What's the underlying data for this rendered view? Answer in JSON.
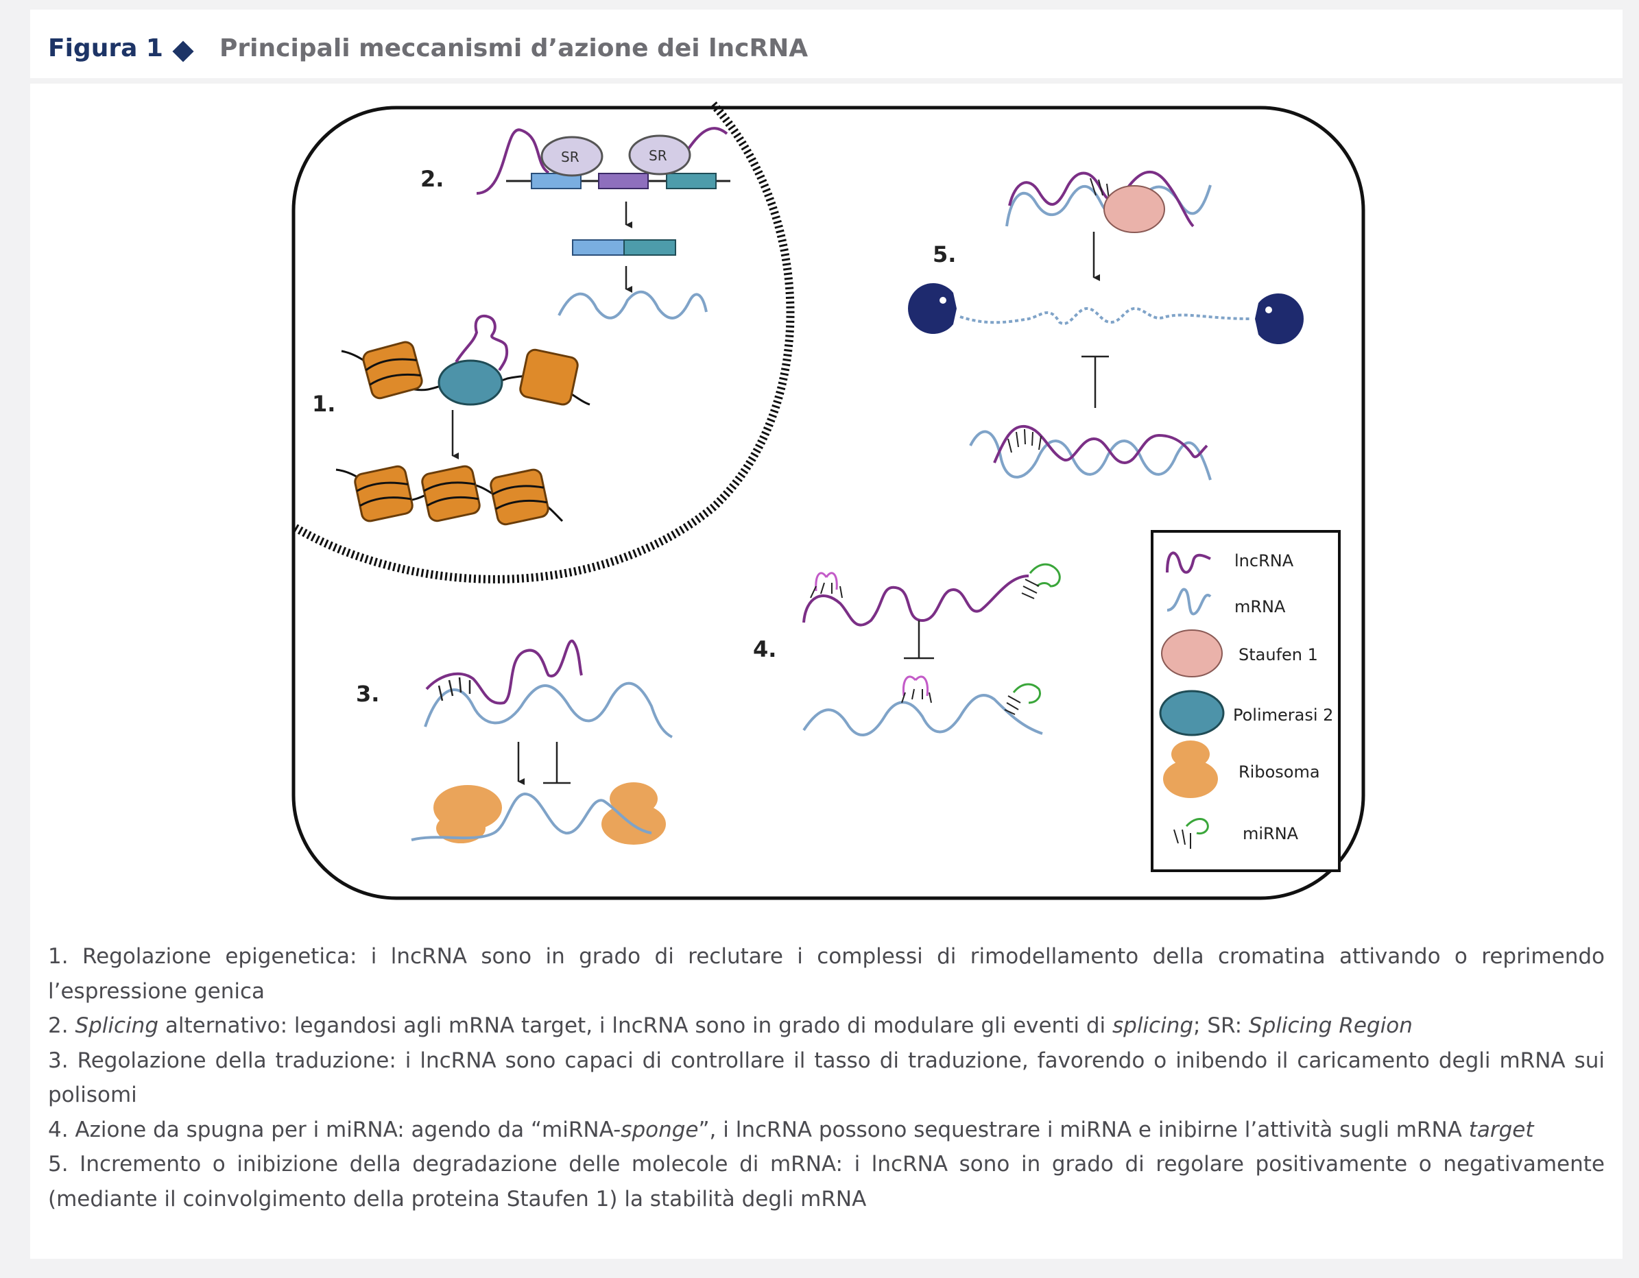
{
  "figure": {
    "label": "Figura 1",
    "title": "Principali meccanismi d’azione dei lncRNA"
  },
  "diagram": {
    "step_labels": [
      "1.",
      "2.",
      "3.",
      "4.",
      "5."
    ],
    "sr_label": "SR",
    "legend": [
      {
        "icon": "lncrna-icon",
        "label": "lncRNA"
      },
      {
        "icon": "mrna-icon",
        "label": "mRNA"
      },
      {
        "icon": "staufen-icon",
        "label": "Staufen 1"
      },
      {
        "icon": "polymerase-icon",
        "label": "Polimerasi 2"
      },
      {
        "icon": "ribosome-icon",
        "label": "Ribosoma"
      },
      {
        "icon": "mirna-icon",
        "label": "miRNA"
      }
    ],
    "colors": {
      "lncrna": "#7b2f86",
      "mrna": "#7fa3c8",
      "staufen": "#eab2aa",
      "polymerase": "#4d93a9",
      "ribosome": "#eaa45a",
      "nucleosome": "#de8a2a",
      "mirna": "#3aa63a",
      "pacman": "#1e2a6e",
      "sr": "#d4cde6",
      "exon_blue": "#7aaee0",
      "exon_purple": "#8e6fbd",
      "exon_teal": "#4d9cab",
      "title_navy": "#1d3466"
    }
  },
  "caption": {
    "item1": "1. Regolazione epigenetica: i lncRNA sono in grado di reclutare i complessi di rimodellamento della cromatina attivando o reprimendo l’espressione genica",
    "item2_a": "2. ",
    "item2_b": "Splicing",
    "item2_c": " alternativo: legandosi agli mRNA target, i lncRNA sono in grado di modulare gli eventi di ",
    "item2_d": "splicing",
    "item2_e": "; SR: ",
    "item2_f": "Splicing Region",
    "item3": "3. Regolazione della traduzione: i lncRNA sono capaci di controllare il tasso di traduzione, favorendo o inibendo il caricamento degli mRNA sui polisomi",
    "item4_a": "4. Azione da spugna per i miRNA: agendo da “miRNA-",
    "item4_b": "sponge",
    "item4_c": "”, i lncRNA possono sequestrare i miRNA e inibirne l’attività sugli mRNA ",
    "item4_d": "target",
    "item5": "5. Incremento o inibizione della degradazione delle molecole di mRNA: i lncRNA sono in grado di regolare positivamente o negativamente (mediante il coinvolgimento della proteina Staufen 1) la stabilità degli mRNA"
  }
}
